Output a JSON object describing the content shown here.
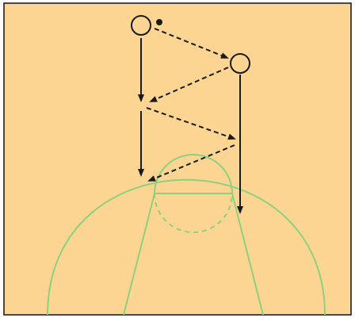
{
  "court": {
    "floor_color": "#FDD592",
    "border_color": "#231F20",
    "line_color": "#8DD17F"
  },
  "players": {
    "stroke_color": "#1A1A1A",
    "ball_color": "#1A1A1A",
    "count": 2,
    "has_ball": "player-1"
  },
  "arrows": {
    "pass_style": "dashed",
    "cut_style": "solid",
    "pass_count": 4,
    "cut_count": 3
  }
}
